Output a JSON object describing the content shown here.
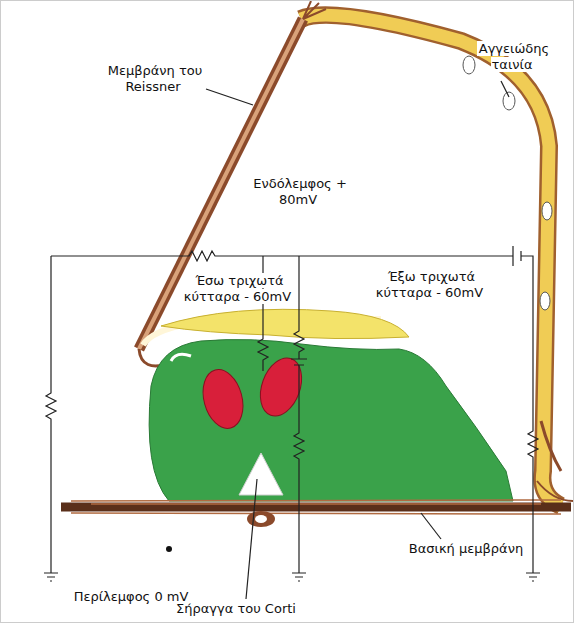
{
  "diagram": {
    "labels": [
      "Μεμβράνη του Reissner",
      "Αγγειώδης ταινία",
      "Ενδόλεμφος + 80mV",
      "Έσω τριχωτά κύτταρα - 60mV",
      "Έξω τριχωτά κύτταρα - 60mV",
      "Βασική μεμβράνη",
      "Περίλεμφος 0 mV",
      "Σήραγγα του Corti"
    ]
  }
}
